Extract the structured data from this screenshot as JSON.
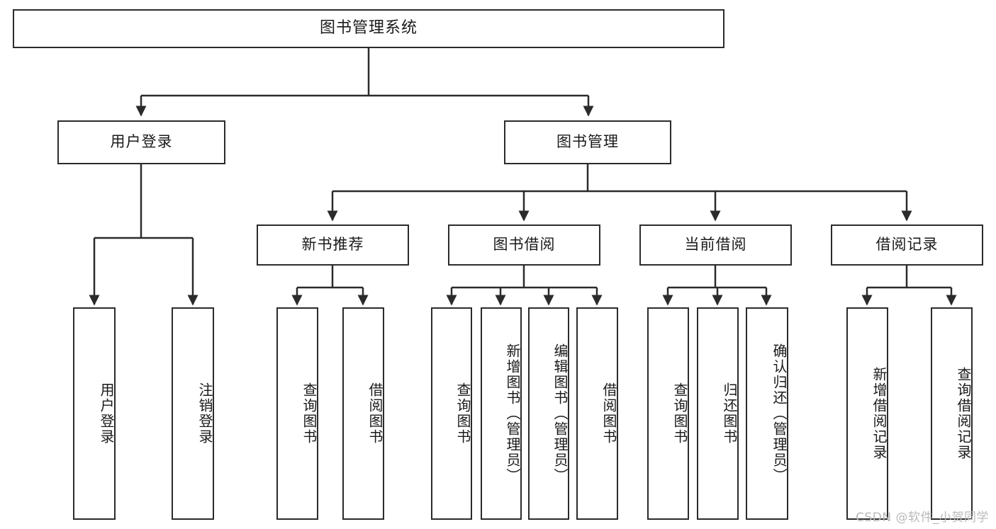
{
  "diagram": {
    "title": "图书管理系统",
    "type": "tree",
    "watermark": "CSDN @软件_小贺同学",
    "nodes": {
      "root": {
        "label": "图书管理系统"
      },
      "level2": [
        {
          "id": "user-login",
          "label": "用户登录"
        },
        {
          "id": "book-manage",
          "label": "图书管理"
        }
      ],
      "level3": [
        {
          "id": "new-book-recommend",
          "label": "新书推荐"
        },
        {
          "id": "book-borrow",
          "label": "图书借阅"
        },
        {
          "id": "current-borrow",
          "label": "当前借阅"
        },
        {
          "id": "borrow-record",
          "label": "借阅记录"
        }
      ],
      "leaves": [
        {
          "id": "leaf-user-login",
          "label": "用户登录"
        },
        {
          "id": "leaf-logout-login",
          "label": "注销登录"
        },
        {
          "id": "leaf-query-book-1",
          "label": "查询图书"
        },
        {
          "id": "leaf-borrow-book-1",
          "label": "借阅图书"
        },
        {
          "id": "leaf-query-book-2",
          "label": "查询图书"
        },
        {
          "id": "leaf-add-book-admin",
          "label": "新增图书（管理员）"
        },
        {
          "id": "leaf-edit-book-admin",
          "label": "编辑图书（管理员）"
        },
        {
          "id": "leaf-borrow-book-2",
          "label": "借阅图书"
        },
        {
          "id": "leaf-query-book-3",
          "label": "查询图书"
        },
        {
          "id": "leaf-return-book",
          "label": "归还图书"
        },
        {
          "id": "leaf-confirm-return-admin",
          "label": "确认归还（管理员）"
        },
        {
          "id": "leaf-add-borrow-record",
          "label": "新增借阅记录"
        },
        {
          "id": "leaf-query-borrow-record",
          "label": "查询借阅记录"
        }
      ]
    },
    "colors": {
      "stroke": "#2b2b2b",
      "fill": "#ffffff",
      "text": "#1a1a1a",
      "watermark": "#b9b9b9"
    }
  }
}
